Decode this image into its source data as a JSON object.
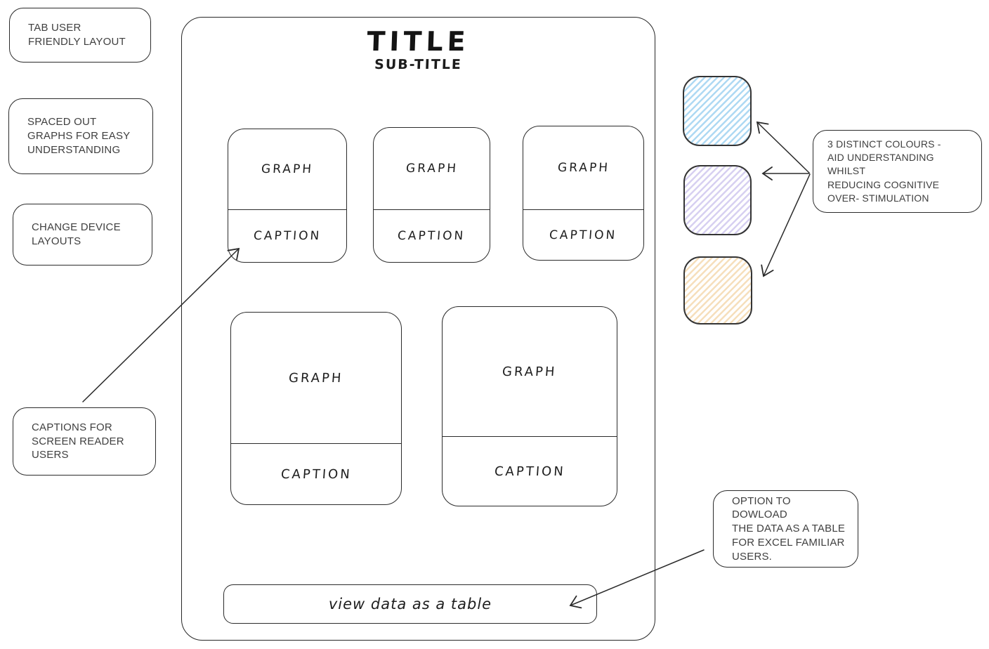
{
  "sketch": {
    "notes": {
      "tab_user_friendly": "TAB USER\nFRIENDLY LAYOUT",
      "spaced_out_graphs": "SPACED OUT\nGRAPHS FOR EASY\nUNDERSTANDING",
      "change_device": "CHANGE DEVICE\n LAYOUTS",
      "captions_screen_reader": "CAPTIONS FOR\nSCREEN READER\nUSERS",
      "distinct_colours": "3 DISTINCT COLOURS -\nAID UNDERSTANDING WHILST\nREDUCING COGNITIVE\nOVER- STIMULATION",
      "download_option": "OPTION TO DOWLOAD\nTHE DATA AS A TABLE\nFOR EXCEL FAMILIAR\nUSERS."
    },
    "dashboard": {
      "title": "TITLE",
      "subtitle": "SUB-TITLE",
      "view_table_button": "view data as a table",
      "cards": [
        {
          "graph": "GRAPH",
          "caption": "CAPTION"
        },
        {
          "graph": "GRAPH",
          "caption": "CAPTION"
        },
        {
          "graph": "GRAPH",
          "caption": "CAPTION"
        },
        {
          "graph": "GRAPH",
          "caption": "CAPTION"
        },
        {
          "graph": "GRAPH",
          "caption": "CAPTION"
        }
      ]
    },
    "swatches": [
      {
        "name": "light-blue",
        "color": "#aed9f3"
      },
      {
        "name": "light-purple",
        "color": "#d7d0f1"
      },
      {
        "name": "light-orange",
        "color": "#f6dfbc"
      }
    ],
    "ink_color": "#2b2b2b",
    "note_text_color": "#3f3f3f"
  }
}
